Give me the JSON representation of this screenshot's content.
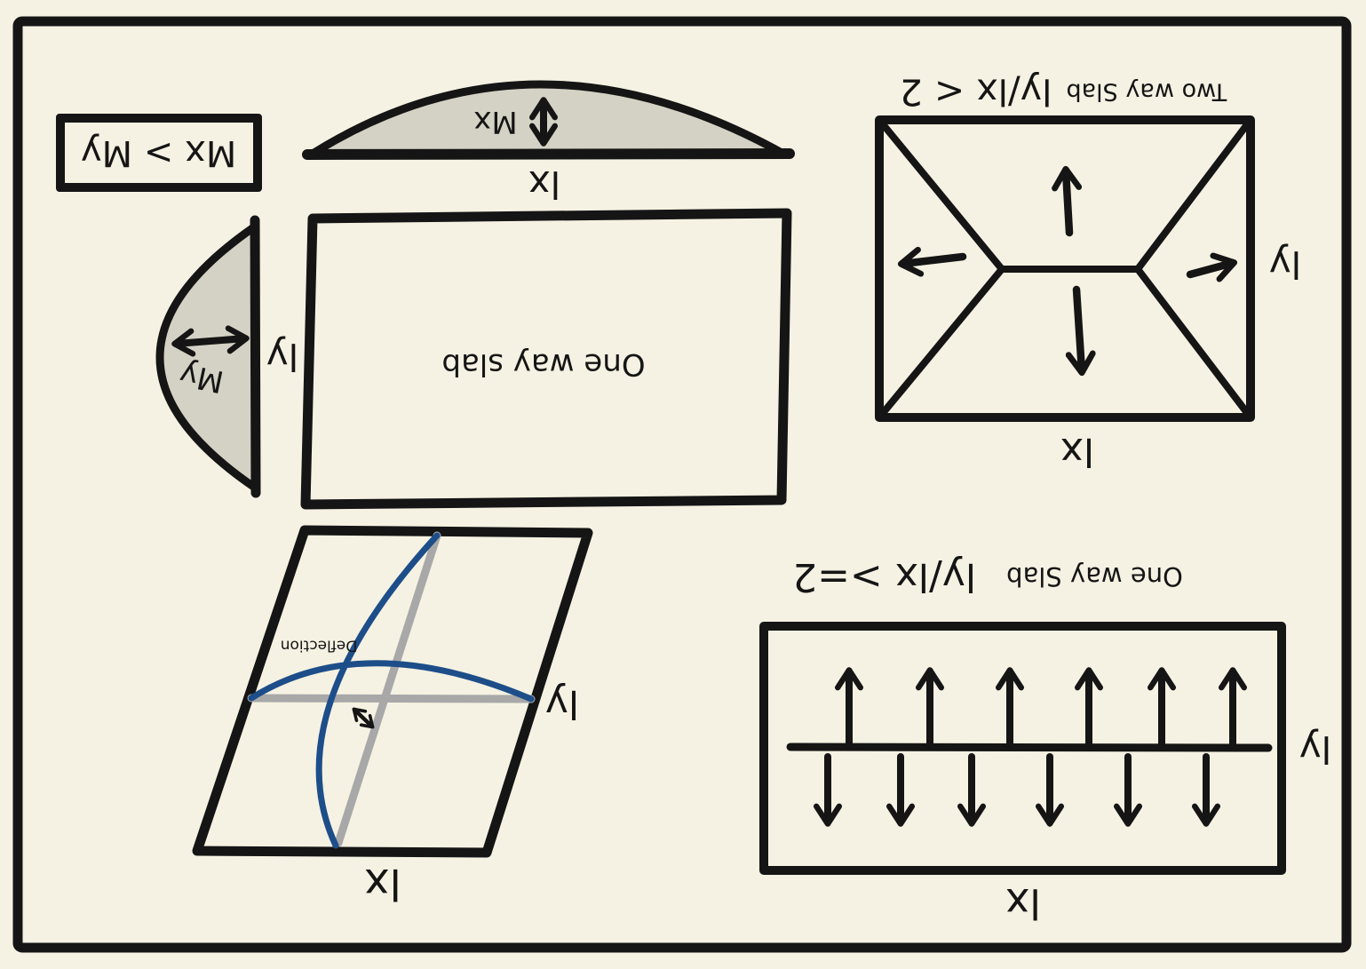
{
  "canvas": {
    "background": "#f5f2e3",
    "ink": "#151515",
    "shade_fill": "#d4d2c4",
    "deflection_blue": "#1d4e89",
    "guide_gray": "#a8a8a8"
  },
  "relation_box": {
    "text": "Mx > My"
  },
  "mx_moment": {
    "label": "Mx",
    "span": "lx"
  },
  "my_moment": {
    "label": "My",
    "span": "ly"
  },
  "plan_slab": {
    "label": "One way slab"
  },
  "two_way_slab": {
    "title": "Two way Slab",
    "condition": "ly/lx < 2",
    "x_label": "lx",
    "y_label": "ly"
  },
  "one_way_slab": {
    "title": "One way Slab",
    "condition": "ly/lx >=2",
    "x_label": "lx",
    "y_label": "ly"
  },
  "deflection_slab": {
    "label": "Deflection",
    "x_label": "lx",
    "y_label": "ly"
  }
}
